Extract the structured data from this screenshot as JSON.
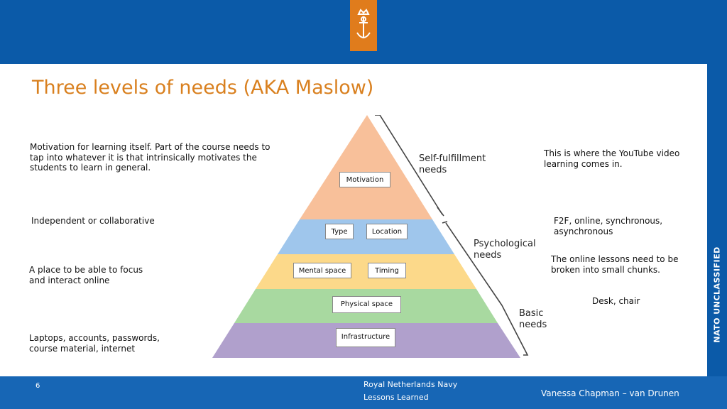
{
  "slide": {
    "title": "Three levels of needs (AKA Maslow)",
    "page_number": "6",
    "classification": "NATO UNCLASSIFIED",
    "footer_org_line1": "Royal Netherlands Navy",
    "footer_org_line2": "Lessons Learned",
    "footer_author": "Vanessa Chapman – van Drunen"
  },
  "left_notes": [
    "Motivation for learning itself. Part of the course needs to tap into whatever it is that intrinsically motivates the students to learn in general.",
    "Independent or collaborative",
    "A place to be able to focus and interact online",
    "Laptops, accounts, passwords, course material, internet"
  ],
  "right_notes": [
    "This is where the YouTube video learning comes in.",
    "F2F, online, synchronous, asynchronous",
    "The online lessons need to be broken into small chunks.",
    "Desk, chair"
  ],
  "pyramid": {
    "boxes": {
      "motivation": "Motivation",
      "type": "Type",
      "location": "Location",
      "mental_space": "Mental space",
      "timing": "Timing",
      "physical_space": "Physical space",
      "infrastructure": "Infrastructure"
    },
    "brackets": {
      "self_fulfillment": "Self-fulfillment needs",
      "psychological": "Psychological needs",
      "basic": "Basic needs"
    },
    "colors": {
      "orange": "#f8c09a",
      "blue": "#9fc6ec",
      "yellow": "#fcd98a",
      "green": "#a8d9a0",
      "purple": "#b0a0cc"
    }
  },
  "theme": {
    "brand_blue": "#0b5aa8",
    "title_orange": "#d9801f",
    "logo_orange": "#e07c1c"
  }
}
